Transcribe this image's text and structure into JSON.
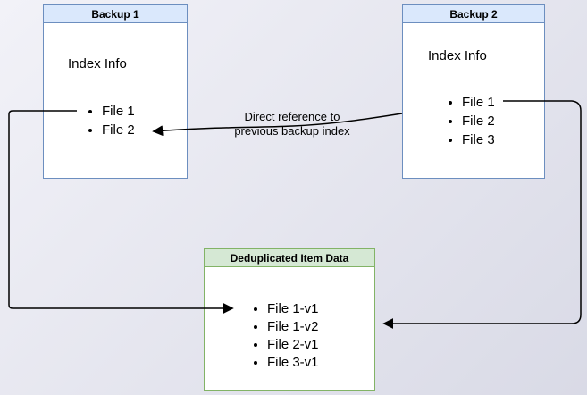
{
  "diagram": {
    "backup1": {
      "title": "Backup 1",
      "label": "Index Info",
      "files": [
        "File 1",
        "File 2"
      ]
    },
    "backup2": {
      "title": "Backup 2",
      "label": "Index Info",
      "files": [
        "File 1",
        "File 2",
        "File 3"
      ]
    },
    "dedup": {
      "title": "Deduplicated Item Data",
      "files": [
        "File 1-v1",
        "File 1-v2",
        "File 2-v1",
        "File 3-v1"
      ]
    },
    "annotation": {
      "line1": "Direct reference to",
      "line2": "previous backup index"
    }
  },
  "colors": {
    "background_from": "#f2f2f8",
    "background_to": "#d9dae6",
    "blue_fill": "#dae8fc",
    "blue_border": "#6c8ebf",
    "green_fill": "#d5e8d4",
    "green_border": "#82b366",
    "arrow": "#000000"
  }
}
